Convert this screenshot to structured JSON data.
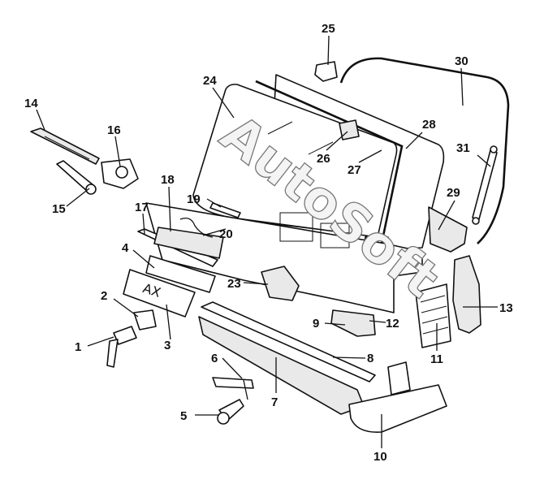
{
  "watermark": "AutoSoft",
  "plate_text": "AX",
  "callouts": [
    "1",
    "2",
    "3",
    "4",
    "5",
    "6",
    "7",
    "8",
    "9",
    "10",
    "11",
    "12",
    "13",
    "14",
    "15",
    "16",
    "17",
    "18",
    "19",
    "20",
    "23",
    "24",
    "25",
    "26",
    "27",
    "28",
    "29",
    "30",
    "31"
  ]
}
